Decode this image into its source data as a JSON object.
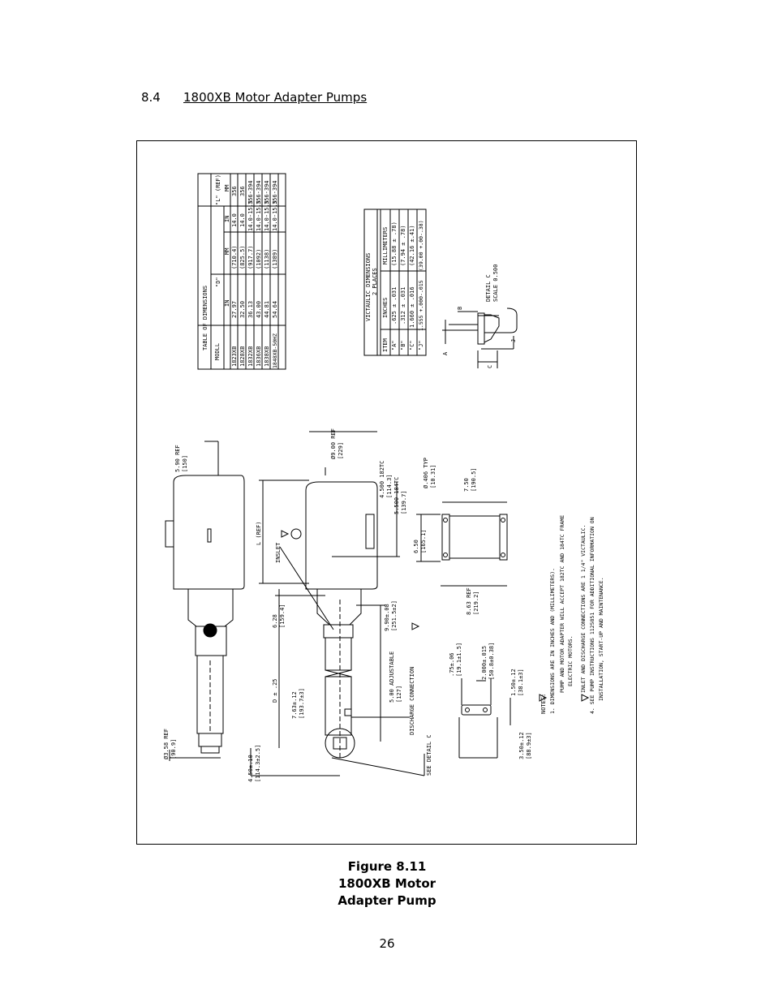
{
  "section": {
    "number": "8.4",
    "title": "1800XB Motor Adapter Pumps"
  },
  "dimensions_table": {
    "title": "TABLE OF DIMENSIONS",
    "group_headers": [
      "\"D\"",
      "\"L\" (REF)"
    ],
    "columns": [
      "MODLL",
      "IN",
      "MM",
      "IN",
      "MM"
    ],
    "rows": [
      [
        "1823XB",
        "27.97",
        "(710.4)",
        "14.0",
        "356"
      ],
      [
        "1828XB",
        "32.50",
        "(825.5)",
        "14.0",
        "356"
      ],
      [
        "1832XB",
        "36.13",
        "(917.7)",
        "14.0-15.5",
        "356-394"
      ],
      [
        "1836XB",
        "43.00",
        "(1092)",
        "14.0-15.5",
        "356-394"
      ],
      [
        "1838XB",
        "44.81",
        "(1138)",
        "14.0-15.5",
        "356-394"
      ],
      [
        "1848XB-50HZ",
        "54.64",
        "(1389)",
        "14.0-15.5",
        "356-394"
      ]
    ]
  },
  "victaulic_table": {
    "title_line1": "VICTAULIC DIMENSIONS",
    "title_line2": "2 PLACES",
    "columns": [
      "ITEM",
      "INCHES",
      "MILLIMETERS"
    ],
    "rows": [
      [
        "\"A\"",
        ".625 ± .031",
        "(15.88 ± .78)"
      ],
      [
        "\"B\"",
        ".312 ± .031",
        "(7.94 ± .78)"
      ],
      [
        "\"C\"",
        "1.660 ± .016",
        "(42.16 ±.41)"
      ],
      [
        "\"J\"",
        "1.555 +.000-.015",
        "(39.00 +.00-.38)"
      ]
    ]
  },
  "detail": {
    "title": "DETAIL C",
    "scale": "SCALE 0.500",
    "letters": [
      "A",
      "B",
      "C",
      "J"
    ]
  },
  "drawing_labels": {
    "dia_358": "Ø3.58 REF",
    "dia_358_mm": "[90.9]",
    "d_450": "4.50±.10",
    "d_450_mm": "[114.3±2.5]",
    "d_590": "5.90 REF",
    "d_590_mm": "[150]",
    "d_628": "6.28",
    "d_628_mm": "[159.4]",
    "d_763": "7.63±.12",
    "d_763_mm": "[193.7±3]",
    "d_D": "D ± .25",
    "L_ref": "L (REF)",
    "inslet": "INSLET",
    "d_500_adj": "5.00 ADJUSTABLE",
    "d_500_adj_mm": "[127]",
    "discharge": "DISCHARGE CONNECTION",
    "see_detail": "SEE DETAIL C",
    "d_990": "9.90±.08",
    "d_990_mm": "[251.5±2]",
    "d_4500": "4.500  182TC",
    "d_4500_mm": "[114.3]",
    "d_5500": "5.500  184TC",
    "d_5500_mm": "[139.7]",
    "dia_900": "Ø9.00 REF",
    "dia_900_mm": "[229]",
    "d_650": "6.50",
    "d_650_mm": "[165.1]",
    "d_863": "8.63  REF",
    "d_863_mm": "[219.2]",
    "d_750": "7.50",
    "d_750_mm": "[190.5]",
    "dia_406": "Ø.406  TYP",
    "dia_406_mm": "[10.31]",
    "d_075": ".75±.06",
    "d_075_mm": "[19.1±1.5]",
    "d_2000": "2.000±.015",
    "d_2000_mm": "[50.8±0.38]",
    "d_150": "1.50±.12",
    "d_150_mm": "[38.1±3]",
    "d_350": "3.50±.12",
    "d_350_mm": "[88.9±3]"
  },
  "notes": {
    "title": "NOTES:",
    "items": [
      "1.  DIMENSIONS ARE IN INCHES AND (MILLIMETERS).",
      "PUMP AND MOTOR ADAPTER WILL ACCEPT 182TC AND 184TC FRAME",
      "ELECTRIC MOTORS.",
      "INLET AND DISCHARGE CONNECTIONS ARE 1 1/4\" VICTAULIC.",
      "4.  SEE PUMP INSTRUCTIONS 1125851 FOR ADDITIONAL INFORMATION ON",
      "INSTALLATION, START-UP AND MAINTENANCE."
    ]
  },
  "caption": {
    "line1": "Figure 8.11",
    "line2": "1800XB Motor",
    "line3": "Adapter Pump"
  },
  "page_number": "26"
}
